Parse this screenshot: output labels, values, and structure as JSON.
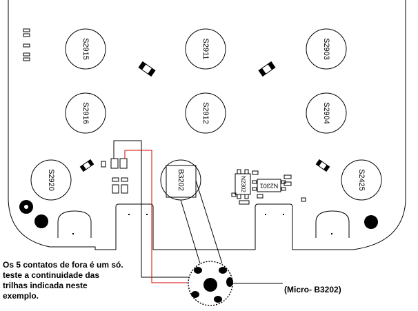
{
  "board": {
    "contacts": [
      {
        "id": "c1",
        "label": "S2915",
        "rotation": 90
      },
      {
        "id": "c2",
        "label": "S2911",
        "rotation": 90
      },
      {
        "id": "c3",
        "label": "S2903",
        "rotation": 90
      },
      {
        "id": "c4",
        "label": "S2916",
        "rotation": 90
      },
      {
        "id": "c5",
        "label": "S2912",
        "rotation": 90
      },
      {
        "id": "c6",
        "label": "S2904",
        "rotation": 90
      },
      {
        "id": "c7",
        "label": "S2920",
        "rotation": 90
      },
      {
        "id": "c8",
        "label": "S2425",
        "rotation": 90
      }
    ],
    "microphone_label": "B3202",
    "component_labels": {
      "n2302": "N2302",
      "n2301": "N2301"
    }
  },
  "annotations": {
    "note_lines": [
      "Os 5 contatos de fora é um só.",
      "teste a continuidade das",
      "trilhas indicada neste",
      "exemplo."
    ],
    "mic_caption": "(Micro- B3202)"
  },
  "colors": {
    "trace_red": "#d40000",
    "trace_black": "#000000"
  }
}
